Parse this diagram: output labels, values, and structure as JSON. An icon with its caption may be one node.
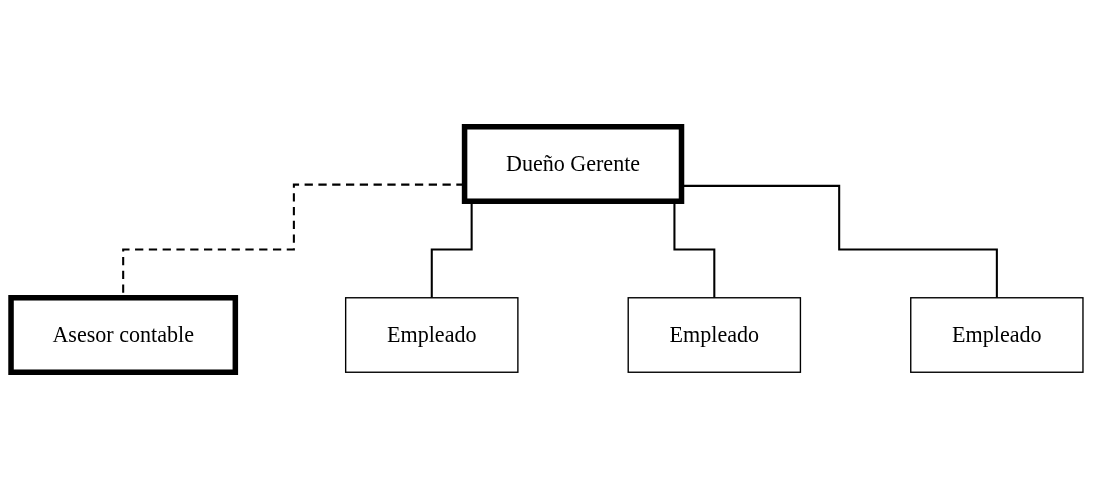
{
  "diagram": {
    "nodes": [
      {
        "text": [
          "Dueño Gerente"
        ]
      },
      {
        "text": [
          "Asesor contable"
        ]
      },
      {
        "text": [
          "Empleado"
        ]
      },
      {
        "text": [
          "Empleado"
        ]
      },
      {
        "text": [
          "Empleado"
        ]
      }
    ],
    "edges": [
      {
        "from": 0,
        "to": 1,
        "arrow": "none",
        "style": "dashed"
      },
      {
        "from": 0,
        "to": 2,
        "arrow": "none"
      },
      {
        "from": 0,
        "to": 3,
        "arrow": "none"
      },
      {
        "from": 0,
        "to": 4,
        "arrow": "none"
      }
    ]
  }
}
